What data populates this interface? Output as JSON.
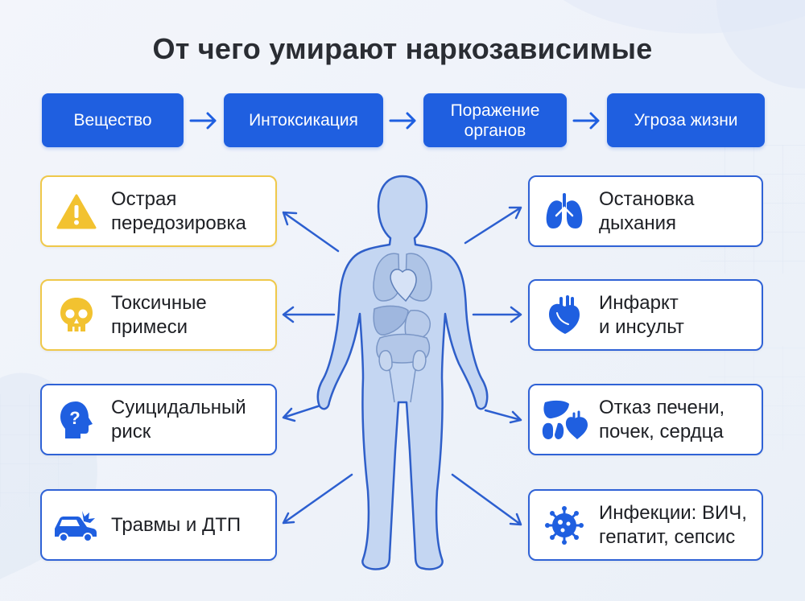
{
  "title": "От чего умирают наркозависимые",
  "flow": [
    {
      "label": "Вещество"
    },
    {
      "label": "Интоксикация"
    },
    {
      "label": "Поражение\nорганов"
    },
    {
      "label": "Угроза жизни"
    }
  ],
  "causes_left": [
    {
      "text": "Острая\nпередозировка",
      "icon": "warning-icon"
    },
    {
      "text": "Токсичные\nпримеси",
      "icon": "skull-icon"
    },
    {
      "text": "Суицидальный\nриск",
      "icon": "head-question-icon"
    },
    {
      "text": "Травмы и ДТП",
      "icon": "car-crash-icon"
    }
  ],
  "causes_right": [
    {
      "text": "Остановка\nдыхания",
      "icon": "lungs-icon"
    },
    {
      "text": "Инфаркт\nи инсульт",
      "icon": "heart-icon"
    },
    {
      "text": "Отказ печени,\nпочек, сердца",
      "icon": "organs-icon"
    },
    {
      "text": "Инфекции: ВИЧ,\nгепатит, сепсис",
      "icon": "virus-icon"
    }
  ],
  "colors": {
    "primary_blue": "#1f5fe0",
    "accent_yellow": "#f2c230",
    "yellow_border": "#efc84a",
    "body_fill": "#bfd3f2"
  }
}
